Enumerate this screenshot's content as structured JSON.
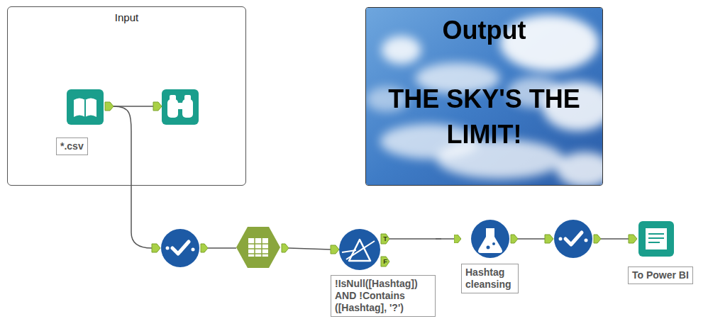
{
  "diagram": {
    "nodes": [
      {
        "text": [
          "Input"
        ]
      },
      {
        "text": [
          "*.csv"
        ],
        "in": 0
      },
      {
        "text": [
          "Output",
          "THE SKY'S THE LIMIT!"
        ]
      },
      {
        "text": [
          "!IsNull([Hashtag]) AND !Contains ([Hashtag], '?')"
        ]
      },
      {
        "text": [
          "Hashtag cleansing"
        ]
      },
      {
        "text": [
          "To Power BI"
        ]
      }
    ],
    "edges": [
      {
        "from": 3,
        "to": 4,
        "arrow": "to"
      }
    ],
    "labels": [
      "T",
      "F"
    ]
  }
}
